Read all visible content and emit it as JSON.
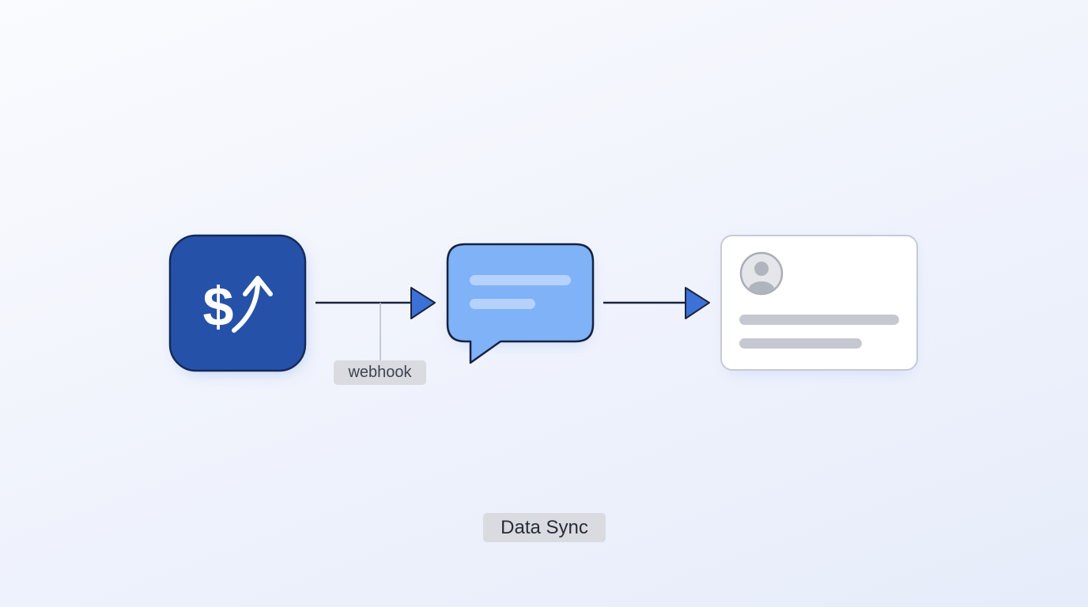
{
  "diagram": {
    "nodes": [
      {
        "id": "payment",
        "icon": "dollar-up-arrow-icon"
      },
      {
        "id": "message",
        "icon": "chat-bubble-icon"
      },
      {
        "id": "profile",
        "icon": "user-card-icon"
      }
    ],
    "edges": [
      {
        "from": "payment",
        "to": "message",
        "label": "webhook"
      },
      {
        "from": "message",
        "to": "profile",
        "label": ""
      }
    ],
    "webhook_label": "webhook",
    "caption": "Data Sync"
  },
  "colors": {
    "payment_fill": "#2552a8",
    "payment_stroke": "#16295a",
    "message_fill": "#7fb2f7",
    "message_stroke": "#17223f",
    "message_lines": "#b6d2fb",
    "profile_fill": "#ffffff",
    "profile_stroke": "#c6cad6",
    "connector": "#1b2440",
    "arrowhead": "#3c72d6",
    "tag_bg": "#d9dbe1"
  }
}
